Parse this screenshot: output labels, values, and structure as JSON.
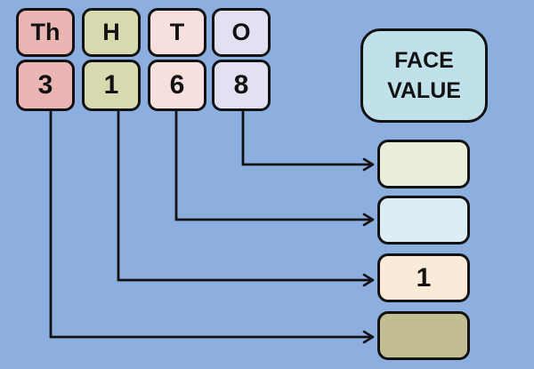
{
  "colors": {
    "background": "#8cafdf",
    "outline": "#121212",
    "arrow": "#121212",
    "thousands_fill": "#eab5b3",
    "hundreds_fill": "#d9d9b0",
    "tens_fill": "#f6dfdd",
    "ones_fill": "#e3e0f1",
    "face_value_fill": "#c1e1ea",
    "answer_1_fill": "#e8eed9",
    "answer_2_fill": "#ddedf4",
    "answer_3_fill": "#fcead9",
    "answer_4_fill": "#c3bd92"
  },
  "place_value_columns": [
    {
      "id": "thousands",
      "label": "Th",
      "digit": "3"
    },
    {
      "id": "hundreds",
      "label": "H",
      "digit": "1"
    },
    {
      "id": "tens",
      "label": "T",
      "digit": "6"
    },
    {
      "id": "ones",
      "label": "O",
      "digit": "8"
    }
  ],
  "face_value": {
    "line1": "FACE",
    "line2": "VALUE"
  },
  "answers": [
    {
      "from_digit": "8",
      "value": ""
    },
    {
      "from_digit": "6",
      "value": ""
    },
    {
      "from_digit": "1",
      "value": "1"
    },
    {
      "from_digit": "3",
      "value": ""
    }
  ]
}
